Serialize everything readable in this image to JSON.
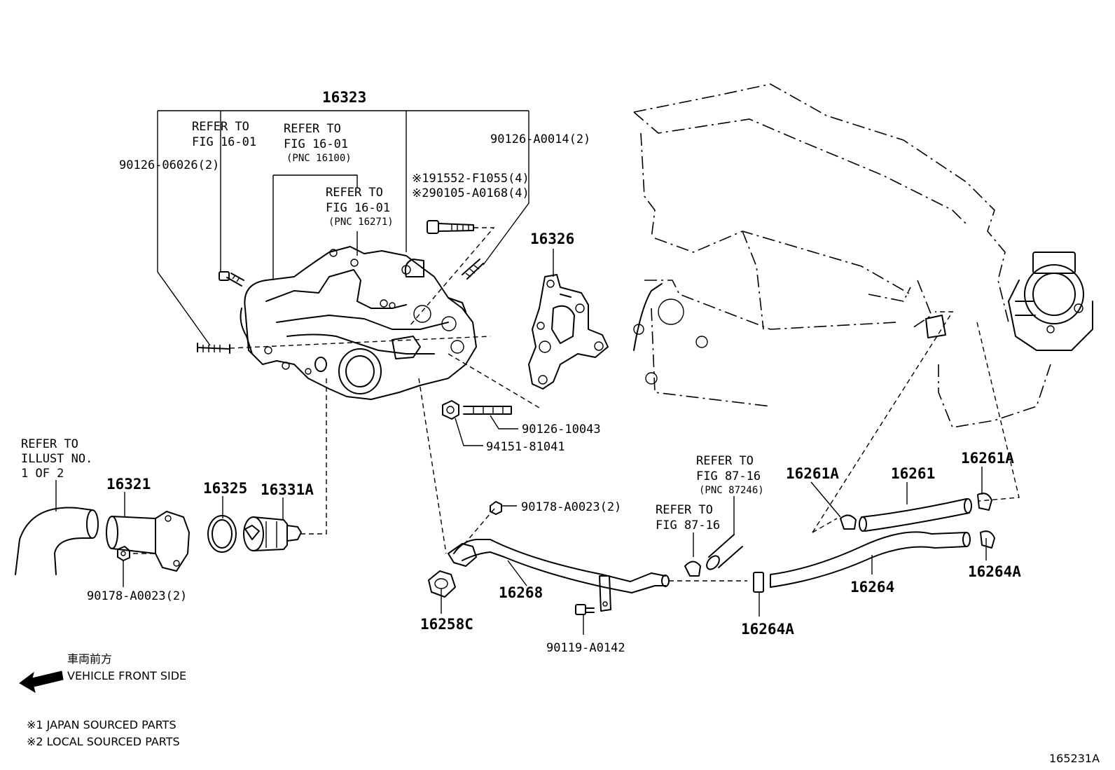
{
  "diagram": {
    "refs": {
      "assy_16323": "16323",
      "cover_16326": "16326",
      "inlet_16321": "16321",
      "gasket_16325": "16325",
      "thermostat_16331a": "16331A",
      "pipe_16268": "16268",
      "gasket_16258c": "16258C",
      "hose_16264": "16264",
      "hose_16261": "16261",
      "clamp_16261a_left": "16261A",
      "clamp_16261a_right": "16261A",
      "clamp_16264a_right": "16264A",
      "clamp_16264a_bottom": "16264A",
      "bolt_90126_06026": "90126-06026(2)",
      "stud_90126_a0014": "90126-A0014(2)",
      "bolt_91552_f1055": "※191552-F1055(4)",
      "bolt_90105_a0168": "※290105-A0168(4)",
      "stud_90126_10043": "90126-10043",
      "nut_94151_81041": "94151-81041",
      "nut_90178_a0023_top": "90178-A0023(2)",
      "nut_90178_a0023_left": "90178-A0023(2)",
      "bolt_90119_a0142": "90119-A0142"
    },
    "ref_notes": {
      "fig1601_a_l1": "REFER TO",
      "fig1601_a_l2": "FIG 16-01",
      "fig1601_b_l1": "REFER TO",
      "fig1601_b_l2": "FIG 16-01",
      "fig1601_b_l3": "(PNC 16100)",
      "fig1601_c_l1": "REFER TO",
      "fig1601_c_l2": "FIG 16-01",
      "fig1601_c_l3": "(PNC 16271)",
      "illust_l1": "REFER TO",
      "illust_l2": "ILLUST NO.",
      "illust_l3": "1 OF 2",
      "fig8716_a_l1": "REFER TO",
      "fig8716_a_l2": "FIG 87-16",
      "fig8716_a_l3": "(PNC 87246)",
      "fig8716_b_l1": "REFER TO",
      "fig8716_b_l2": "FIG 87-16"
    },
    "legend": {
      "front_jp": "車両前方",
      "front_en": "VEHICLE FRONT SIDE",
      "note1": "※1 JAPAN SOURCED PARTS",
      "note2": "※2 LOCAL SOURCED PARTS"
    },
    "illustration_id": "165231A"
  }
}
